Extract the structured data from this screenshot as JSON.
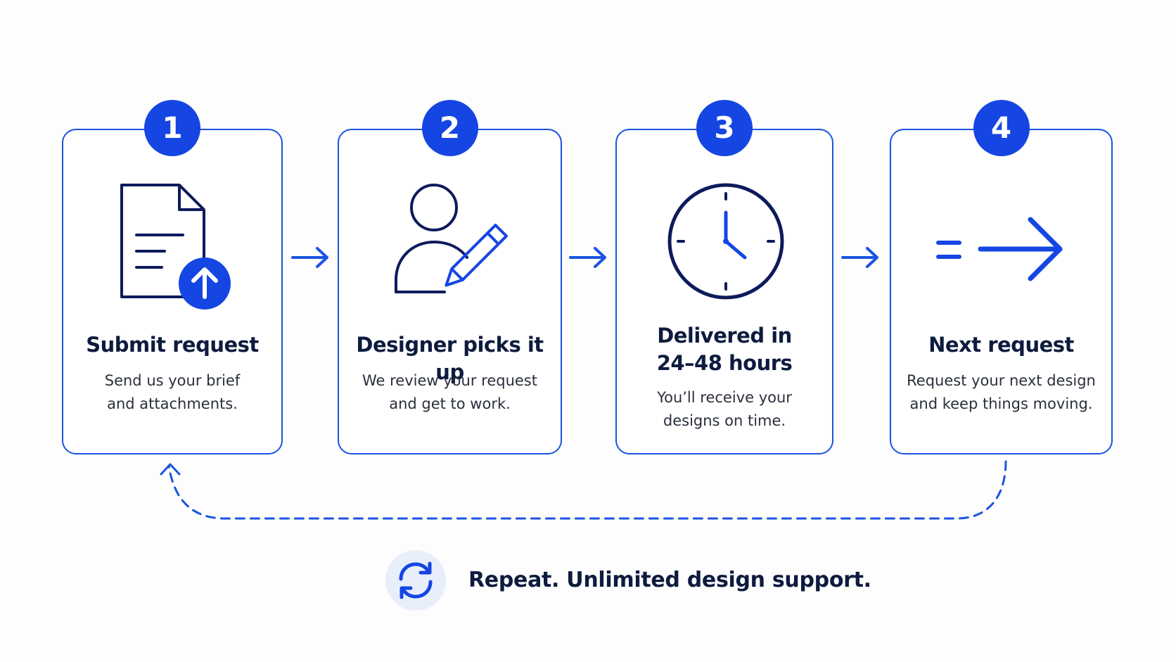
{
  "steps": [
    {
      "number": "1",
      "title": "Submit request",
      "description": "Send us your brief\nand attachments.",
      "icon": "document-upload-icon"
    },
    {
      "number": "2",
      "title": "Designer picks it up",
      "description": "We review your request\nand get to work.",
      "icon": "user-edit-icon"
    },
    {
      "number": "3",
      "title": "Delivered in\n24–48 hours",
      "description": "You’ll receive your\ndesigns on time.",
      "icon": "clock-icon"
    },
    {
      "number": "4",
      "title": "Next request",
      "description": "Request your next design\nand keep things moving.",
      "icon": "forward-arrow-icon"
    }
  ],
  "footer": {
    "text": "Repeat. Unlimited design support.",
    "icon": "refresh-icon"
  },
  "colors": {
    "accent": "#1546e3",
    "text": "#0d1b3e",
    "iconDark": "#0d1b5c"
  }
}
